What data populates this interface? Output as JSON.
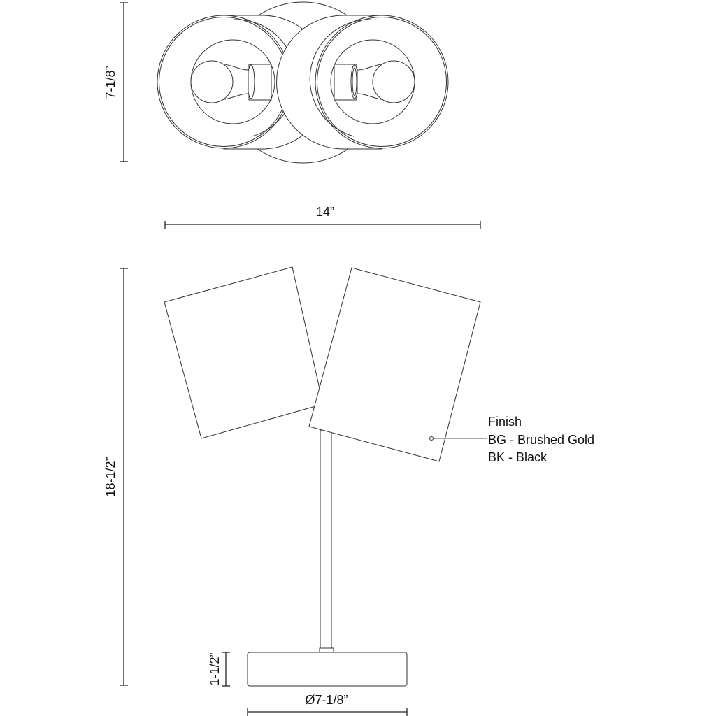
{
  "dimensions": {
    "top_depth": "7-1/8”",
    "width": "14”",
    "height": "18-1/2”",
    "base_height": "1-1/2”",
    "base_diameter": "Ø7-1/8”"
  },
  "finish": {
    "title": "Finish",
    "options": [
      "BG - Brushed Gold",
      "BK - Black"
    ]
  }
}
